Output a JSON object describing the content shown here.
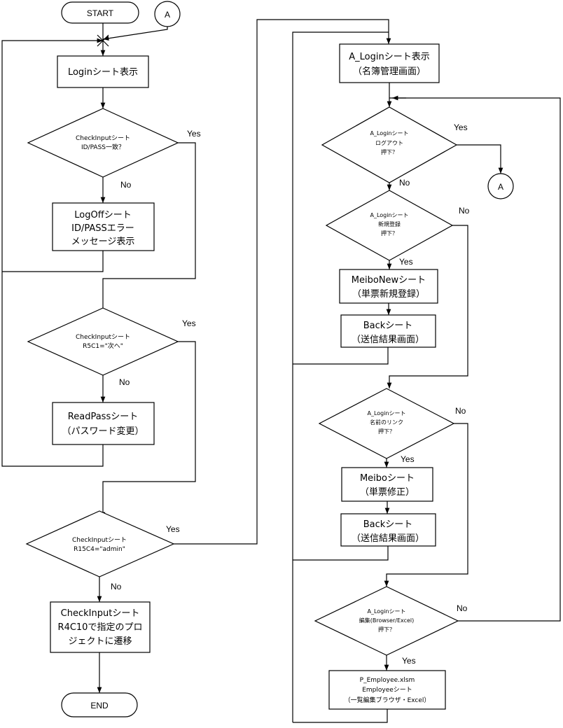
{
  "left": {
    "start": "START",
    "end": "END",
    "connector_a": "A",
    "login_sheet": "Loginシート表示",
    "dec_idpass": [
      "CheckInputシート",
      "ID/PASS一致？"
    ],
    "logoff_box": [
      "LogOffシート",
      "ID/PASSエラー",
      "メッセージ表示"
    ],
    "dec_r5c1": [
      "CheckInputシート",
      "R5C1=\"次へ\""
    ],
    "readpass_box": [
      "ReadPassシート",
      "（パスワード変更）"
    ],
    "dec_r15c4": [
      "CheckInputシート",
      "R15C4=\"admin\""
    ],
    "checkinput_box": [
      "CheckInputシート",
      "R4C10で指定のプロ",
      "ジェクトに遷移"
    ]
  },
  "right": {
    "alogin_box": [
      "A_Loginシート表示",
      "（名簿管理画面）"
    ],
    "dec_logout": [
      "A_Loginシート",
      "ログアウト",
      "押下？"
    ],
    "connector_a": "A",
    "dec_new": [
      "A_Loginシート",
      "新規登録",
      "押下？"
    ],
    "meibonew_box": [
      "MeiboNewシート",
      "（単票新規登録）"
    ],
    "back_box_1": [
      "Backシート",
      "（送信結果画面）"
    ],
    "dec_link": [
      "A_Loginシート",
      "名前のリンク",
      "押下？"
    ],
    "meibo_box": [
      "Meiboシート",
      "（単票修正）"
    ],
    "back_box_2": [
      "Backシート",
      "（送信結果画面）"
    ],
    "dec_edit": [
      "A_Loginシート",
      "編集(Browser/Excel)",
      "押下？"
    ],
    "employee_box": [
      "P_Employee.xlsm",
      "Employeeシート",
      "（一覧編集ブラウザ・Excel）"
    ]
  },
  "labels": {
    "yes": "Yes",
    "no": "No"
  }
}
